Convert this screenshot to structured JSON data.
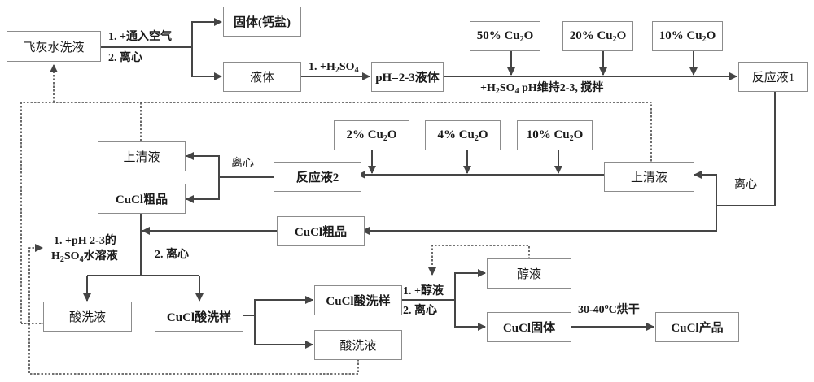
{
  "diagram": {
    "type": "process-flowchart",
    "nodes": {
      "fly_ash_wash": "飞灰水洗液",
      "solid_calcium": "固体(钙盐)",
      "liquid": "液体",
      "ph_liquid": "pH=2-3液体",
      "cu2o_50": [
        "50% Cu",
        "2",
        "O"
      ],
      "cu2o_20": [
        "20% Cu",
        "2",
        "O"
      ],
      "cu2o_10a": [
        "10% Cu",
        "2",
        "O"
      ],
      "reaction1": "反应液1",
      "supernatant_right": "上清液",
      "cu2o_2": [
        "2% Cu",
        "2",
        "O"
      ],
      "cu2o_4": [
        "4% Cu",
        "2",
        "O"
      ],
      "cu2o_10b": [
        "10% Cu",
        "2",
        "O"
      ],
      "reaction2": "反应液2",
      "supernatant_left": "上清液",
      "cucl_crude_left": "CuCl粗品",
      "cucl_crude_mid": "CuCl粗品",
      "acid_wash_liquid_left": "酸洗液",
      "cucl_acid_sample": "CuCl酸洗样",
      "cucl_acid_sample2": "CuCl酸洗样",
      "acid_wash_liquid_right": "酸洗液",
      "alcohol_liquid": "醇液",
      "cucl_solid": "CuCl固体",
      "cucl_product": "CuCl产品"
    },
    "edge_labels": {
      "step1_air": "1. +通入空气",
      "step1_centrifuge": "2. 离心",
      "h2so4_add": [
        "1. +H",
        "2",
        "SO",
        "4"
      ],
      "ph_maintain": [
        "+H",
        "2",
        "SO",
        "4",
        " pH维持2-3, 搅拌"
      ],
      "centrifuge_right": "离心",
      "centrifuge_left": "离心",
      "acid_wash_1a": "1. +pH 2-3的",
      "acid_wash_1b": [
        "H",
        "2",
        "SO",
        "4",
        "水溶液"
      ],
      "acid_wash_2": "2. 离心",
      "alcohol_1": "1. +醇液",
      "alcohol_2": "2. 离心",
      "drying": [
        "30-40",
        "o",
        "C烘干"
      ]
    }
  }
}
